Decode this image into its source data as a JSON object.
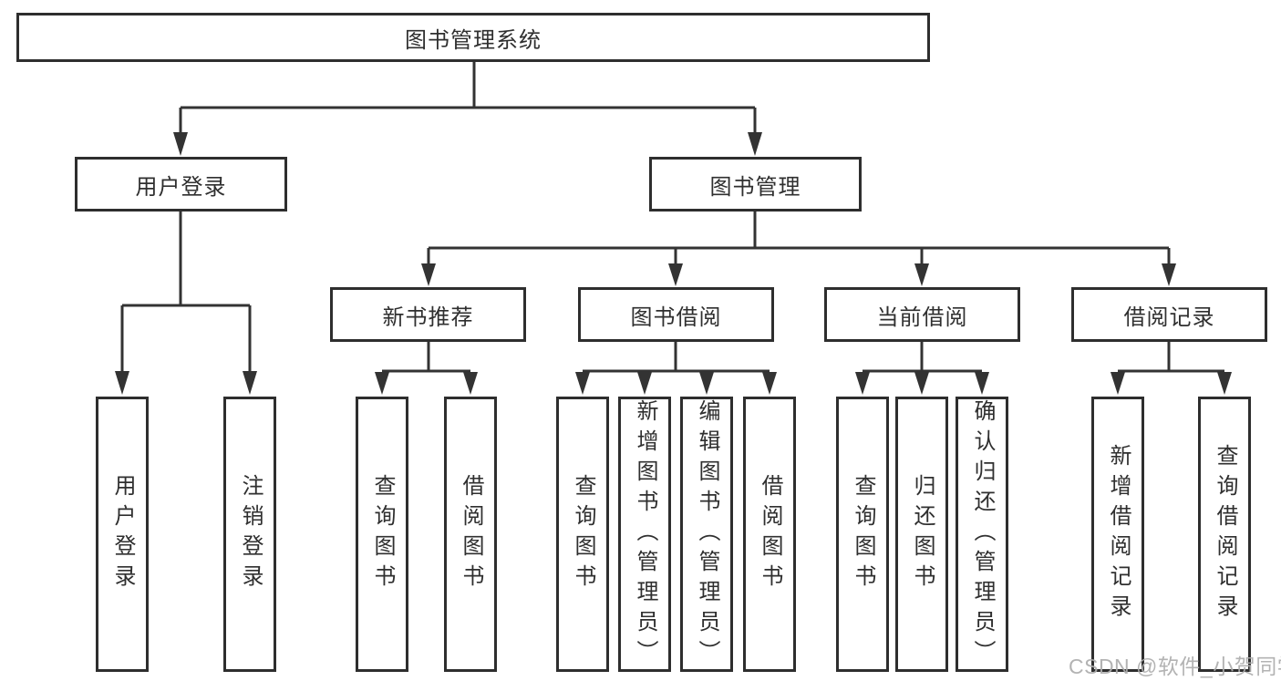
{
  "tree": {
    "root": {
      "label": "图书管理系统"
    },
    "branches": {
      "user_login": {
        "label": "用户登录",
        "children": [
          {
            "label": "用户登录"
          },
          {
            "label": "注销登录"
          }
        ]
      },
      "book_management": {
        "label": "图书管理",
        "sections": [
          {
            "label": "新书推荐",
            "children": [
              {
                "label": "查询图书"
              },
              {
                "label": "借阅图书"
              }
            ]
          },
          {
            "label": "图书借阅",
            "children": [
              {
                "label": "查询图书"
              },
              {
                "label": "新增图书（管理员）"
              },
              {
                "label": "编辑图书（管理员）"
              },
              {
                "label": "借阅图书"
              }
            ]
          },
          {
            "label": "当前借阅",
            "children": [
              {
                "label": "查询图书"
              },
              {
                "label": "归还图书"
              },
              {
                "label": "确认归还（管理员）"
              }
            ]
          },
          {
            "label": "借阅记录",
            "children": [
              {
                "label": "新增借阅记录"
              },
              {
                "label": "查询借阅记录"
              }
            ]
          }
        ]
      }
    }
  },
  "watermark": {
    "text": "CSDN @软件_小贺同学"
  },
  "colors": {
    "line": "#333333",
    "box_border": "#2e2e2e",
    "text": "#2f2f2f",
    "background": "#ffffff",
    "watermark": "#adadad"
  }
}
